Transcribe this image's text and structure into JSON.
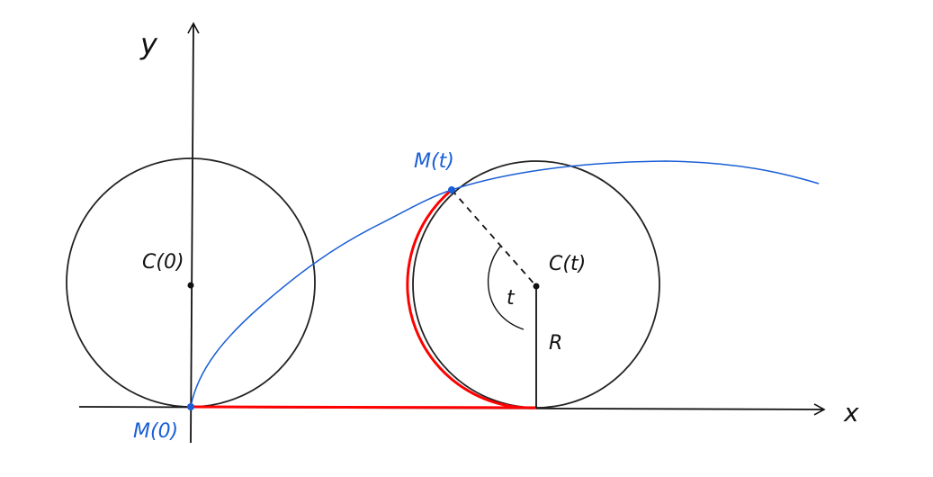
{
  "labels": {
    "y_axis": "y",
    "x_axis": "x",
    "c0": "C(0)",
    "m0": "M(0)",
    "mt": "M(t)",
    "ct": "C(t)",
    "angle": "t",
    "radius": "R"
  },
  "colors": {
    "cycloid": "#1a5fd6",
    "rolled_path": "#ff0000",
    "ink": "#222222"
  }
}
